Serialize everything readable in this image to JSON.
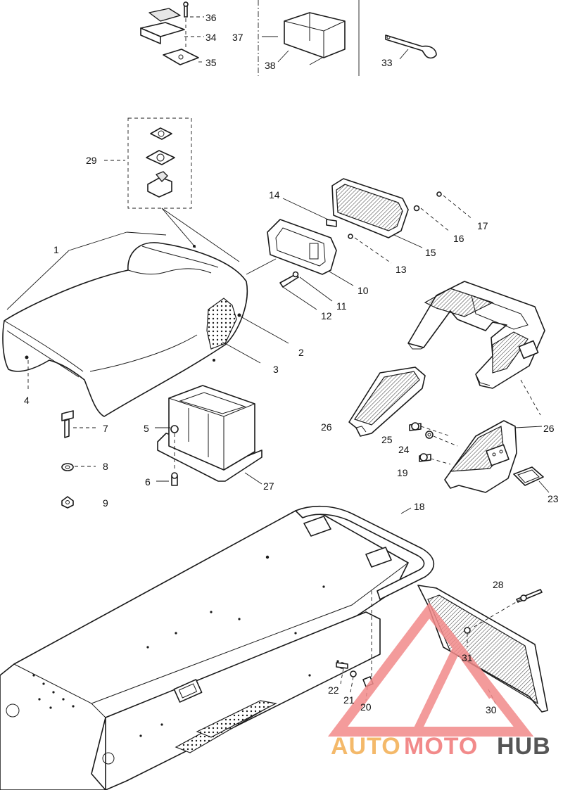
{
  "callouts": [
    {
      "id": "c36",
      "text": "36"
    },
    {
      "id": "c34",
      "text": "34"
    },
    {
      "id": "c35",
      "text": "35"
    },
    {
      "id": "c37",
      "text": "37"
    },
    {
      "id": "c38",
      "text": "38"
    },
    {
      "id": "c33",
      "text": "33"
    },
    {
      "id": "c29",
      "text": "29"
    },
    {
      "id": "c14",
      "text": "14"
    },
    {
      "id": "c17",
      "text": "17"
    },
    {
      "id": "c16",
      "text": "16"
    },
    {
      "id": "c15",
      "text": "15"
    },
    {
      "id": "c13",
      "text": "13"
    },
    {
      "id": "c10",
      "text": "10"
    },
    {
      "id": "c11",
      "text": "11"
    },
    {
      "id": "c12",
      "text": "12"
    },
    {
      "id": "c1",
      "text": "1"
    },
    {
      "id": "c2",
      "text": "2"
    },
    {
      "id": "c3",
      "text": "3"
    },
    {
      "id": "c4",
      "text": "4"
    },
    {
      "id": "c7",
      "text": "7"
    },
    {
      "id": "c8",
      "text": "8"
    },
    {
      "id": "c9",
      "text": "9"
    },
    {
      "id": "c5",
      "text": "5"
    },
    {
      "id": "c6",
      "text": "6"
    },
    {
      "id": "c27",
      "text": "27"
    },
    {
      "id": "c26a",
      "text": "26"
    },
    {
      "id": "c26b",
      "text": "26"
    },
    {
      "id": "c25",
      "text": "25"
    },
    {
      "id": "c24",
      "text": "24"
    },
    {
      "id": "c19",
      "text": "19"
    },
    {
      "id": "c23",
      "text": "23"
    },
    {
      "id": "c18",
      "text": "18"
    },
    {
      "id": "c28",
      "text": "28"
    },
    {
      "id": "c31",
      "text": "31"
    },
    {
      "id": "c30",
      "text": "30"
    },
    {
      "id": "c22",
      "text": "22"
    },
    {
      "id": "c21",
      "text": "21"
    },
    {
      "id": "c20",
      "text": "20"
    }
  ],
  "watermark": {
    "part1": "AUTO",
    "part2": "MOTO",
    "part3": "HUB",
    "color_primary": "#f28a8a",
    "color_secondary": "#f4b96a",
    "color_dark": "#555555"
  }
}
